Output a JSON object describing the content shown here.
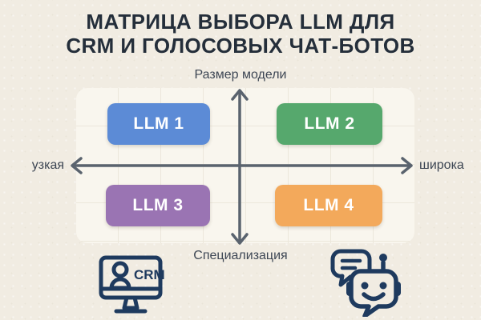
{
  "title": {
    "line1": "МАТРИЦА ВЫБОРА LLM ДЛЯ",
    "line2": "CRM И ГОЛОСОВЫХ ЧАТ-БОТОВ"
  },
  "axes": {
    "vertical_top_label": "Размер модели",
    "vertical_bottom_label": "Специализация",
    "horizontal_left_label": "узкая",
    "horizontal_right_label": "широка"
  },
  "quadrants": [
    {
      "label": "LLM 1",
      "position": "top-left",
      "color": "#5c8bd6"
    },
    {
      "label": "LLM 2",
      "position": "top-right",
      "color": "#56a86d"
    },
    {
      "label": "LLM 3",
      "position": "bottom-left",
      "color": "#9a74b3"
    },
    {
      "label": "LLM 4",
      "position": "bottom-right",
      "color": "#f3a95b"
    }
  ],
  "icons": {
    "crm_monitor": {
      "name": "crm-monitor-icon",
      "label": "CRM"
    },
    "chatbot": {
      "name": "chatbot-icon"
    }
  },
  "colors": {
    "background": "#f1ece2",
    "panel": "#f9f6ee",
    "grid_line": "#ece7db",
    "title_text": "#242e3a",
    "axis_text": "#3d4654",
    "arrow": "#5a636e",
    "icon_navy": "#1e3a5e",
    "quadrant_text": "#ffffff"
  }
}
